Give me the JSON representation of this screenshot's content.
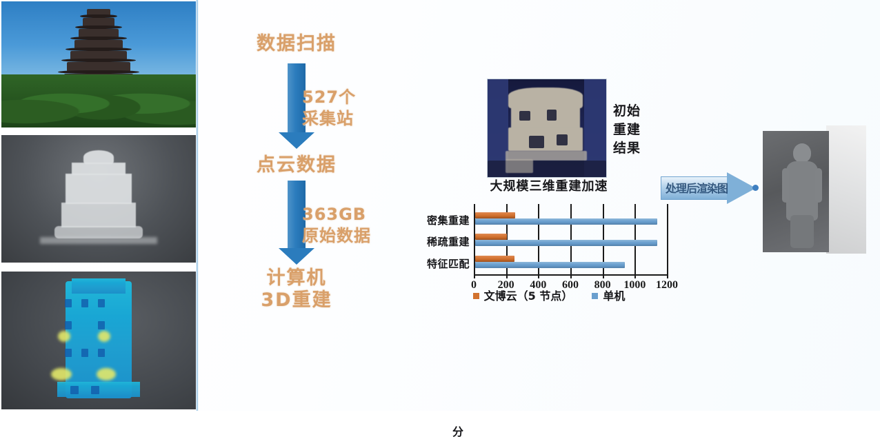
{
  "left_panel": {
    "images": [
      {
        "name": "pagoda-photo",
        "caption": ""
      },
      {
        "name": "grayscale-point-cloud",
        "caption": ""
      },
      {
        "name": "colored-point-cloud",
        "caption": ""
      }
    ]
  },
  "flow": {
    "nodes": [
      {
        "label": "数据扫描"
      },
      {
        "label": "点云数据"
      },
      {
        "label": "计算机\n3D 重建"
      }
    ],
    "node1": "数据扫描",
    "node2": "点云数据",
    "node3_line1": "计算机",
    "node3_line2": "3D重建",
    "arrow1_line1": "527个",
    "arrow1_line2": "采集站",
    "arrow2_line1": "363GB",
    "arrow2_line2": "原始数据",
    "accent_text_color": "#d9a06a",
    "arrow_color": "#2b7cbd"
  },
  "reconstruction": {
    "image_name": "initial-reconstruction-photo",
    "label_line1": "初始",
    "label_line2": "重建",
    "label_line3": "结果"
  },
  "process_arrow": {
    "label": "处理后渲染图",
    "color": "#7fb0d8"
  },
  "result": {
    "image_name": "final-rendered-statue"
  },
  "chart_data": {
    "type": "bar",
    "orientation": "horizontal",
    "title": "大规模三维重建加速",
    "xlabel": "分",
    "ylabel": "",
    "categories": [
      "密集重建",
      "稀疏重建",
      "特征匹配"
    ],
    "series": [
      {
        "name": "文博云（5 节点）",
        "values": [
          250,
          195,
          245
        ],
        "color": "#d2722f"
      },
      {
        "name": "单机",
        "values": [
          1130,
          1130,
          930
        ],
        "color": "#6a9fce"
      }
    ],
    "xticks": [
      0,
      200,
      400,
      600,
      800,
      1000,
      1200
    ],
    "xlim": [
      0,
      1200
    ],
    "grid": true,
    "legend_position": "bottom",
    "legend": [
      "文博云（5 节点）",
      "单机"
    ]
  }
}
